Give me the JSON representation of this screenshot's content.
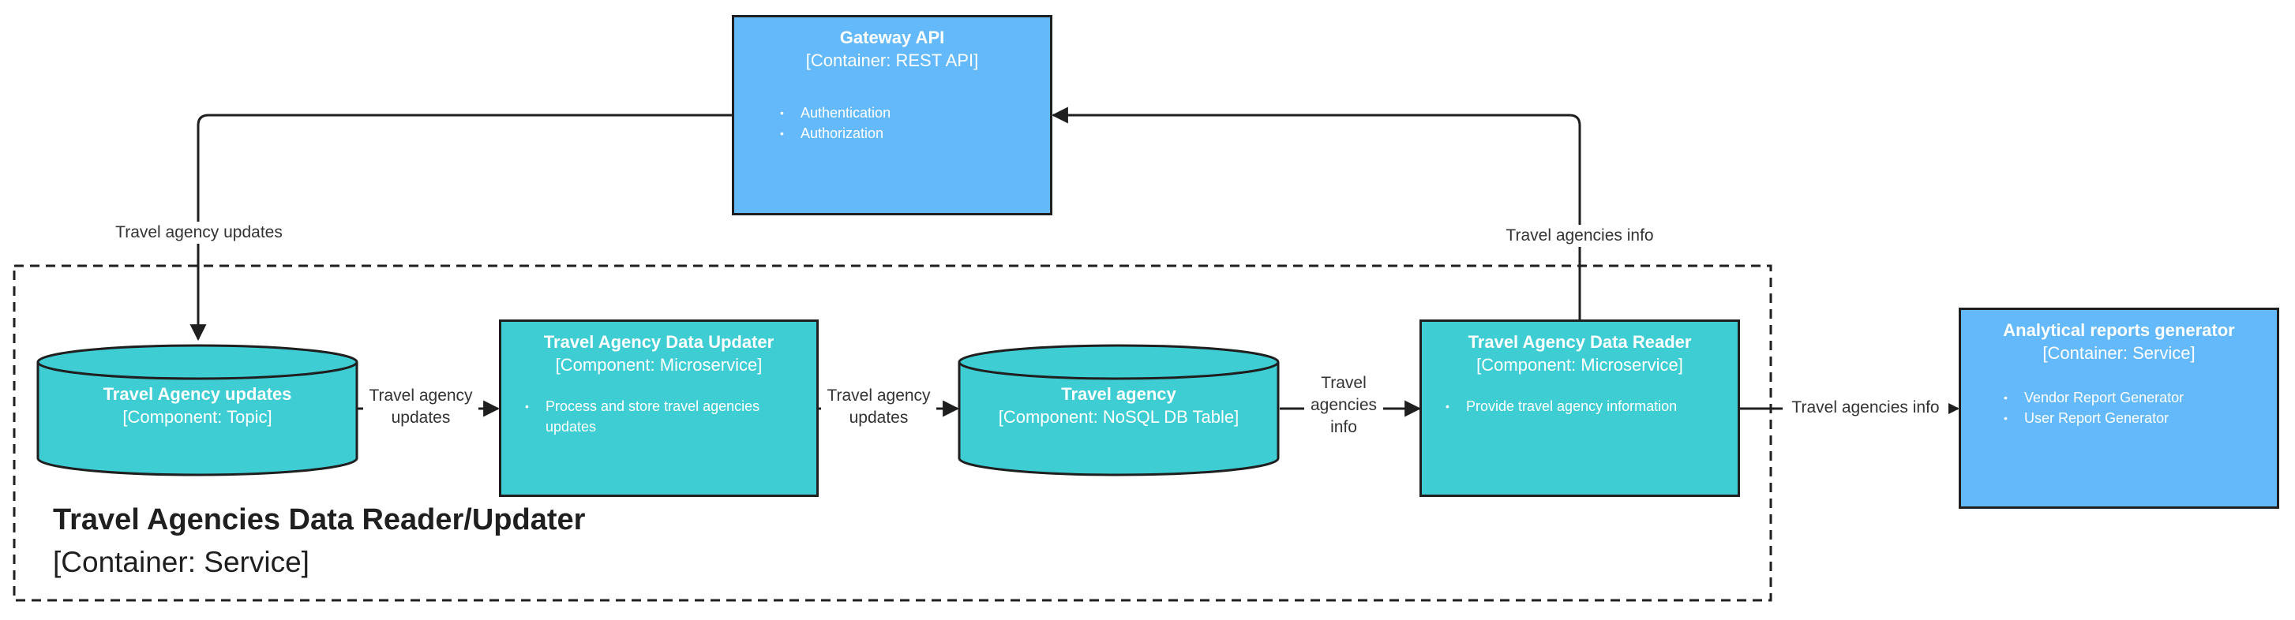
{
  "boundary": {
    "title": "Travel Agencies Data Reader/Updater",
    "subtitle": "[Container: Service]"
  },
  "colors": {
    "container_blue": "#64b9fa",
    "component_teal": "#3ecdd3",
    "stroke": "#1f1f1f"
  },
  "nodes": {
    "gateway": {
      "title": "Gateway API",
      "subtitle": "[Container: REST API]",
      "items": [
        "Authentication",
        "Authorization"
      ]
    },
    "topic": {
      "title": "Travel Agency updates",
      "subtitle": "[Component: Topic]"
    },
    "updater": {
      "title": "Travel Agency Data Updater",
      "subtitle": "[Component: Microservice]",
      "items": [
        "Process and store travel agencies updates"
      ]
    },
    "table": {
      "title": "Travel agency",
      "subtitle": "[Component: NoSQL DB Table]"
    },
    "reader": {
      "title": "Travel Agency Data Reader",
      "subtitle": "[Component: Microservice]",
      "items": [
        "Provide travel agency information"
      ]
    },
    "reports": {
      "title": "Analytical reports generator",
      "subtitle": "[Container: Service]",
      "items": [
        "Vendor Report Generator",
        "User Report Generator"
      ]
    }
  },
  "edges": {
    "gateway_to_topic": "Travel agency updates",
    "topic_to_updater": "Travel agency updates",
    "updater_to_table": "Travel agency updates",
    "table_to_reader": "Travel agencies info",
    "reader_to_gateway": "Travel agencies info",
    "reader_to_reports": "Travel agencies info"
  }
}
